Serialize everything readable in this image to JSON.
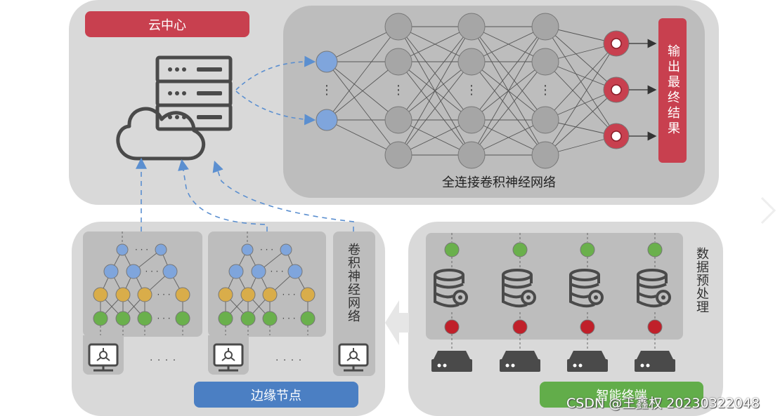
{
  "labels": {
    "cloud_center": "云中心",
    "output_final_result": "输出最终结果",
    "fully_connected_cnn": "全连接卷积神经网络",
    "edge_node": "边缘节点",
    "cnn_vertical": "卷积神经网络",
    "data_preprocessing": "数据预处理",
    "smart_terminal": "智能终端",
    "watermark": "CSDN @王鑫权 20230322048"
  },
  "symbols": {
    "ellipsis_h": "· · ·",
    "ellipsis_v": "⋮",
    "edge_ellipsis": "· · · ·"
  },
  "colors": {
    "panel_bg": "#d9d9d9",
    "inner_bg": "#bdbdbd",
    "red_label": "#c8404f",
    "blue_label": "#4b7fc3",
    "green_label": "#62ad4a",
    "node_blue": "#7fa5dc",
    "node_gray": "#a6a6a6",
    "node_yellow": "#d9ad4a",
    "node_green": "#6ab04c",
    "node_red": "#c0202a",
    "icon_dark": "#4a4a4a",
    "arrow_dashed": "#5b8fd0"
  },
  "icons": [
    "server-stack-icon",
    "cloud-icon",
    "database-gear-icon",
    "router-device-icon",
    "monitor-network-icon"
  ]
}
